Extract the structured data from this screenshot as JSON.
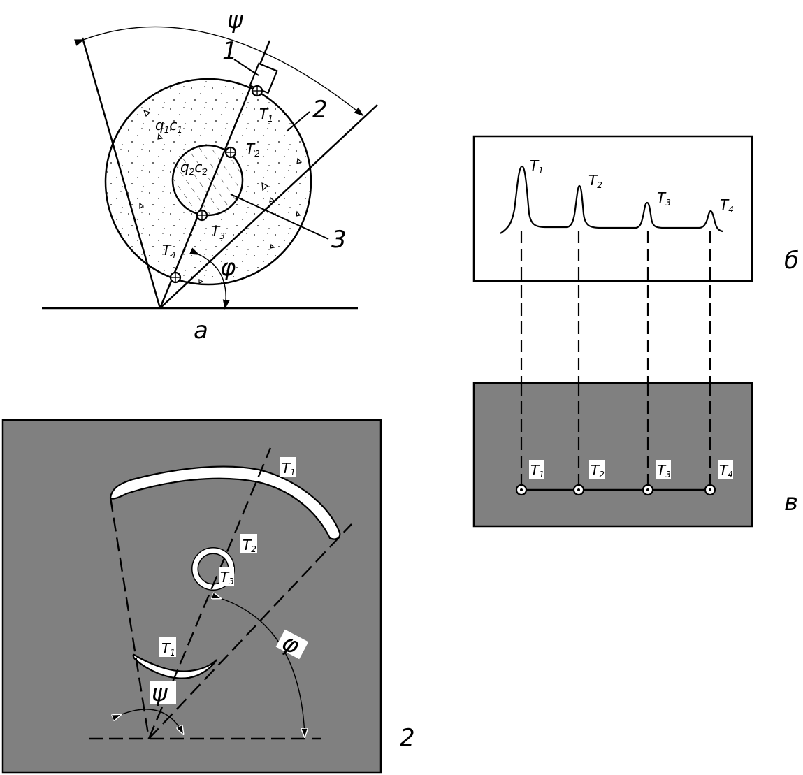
{
  "panel_a": {
    "caption": "а",
    "angle_psi": "ψ",
    "angle_phi": "φ",
    "callout_1": "1",
    "callout_2": "2",
    "callout_3": "3",
    "outer_medium": {
      "q": "q",
      "q_sub": "1",
      "c": "c",
      "c_sub": "1"
    },
    "inner_medium": {
      "q": "q",
      "q_sub": "2",
      "c": "c",
      "c_sub": "2"
    },
    "points": [
      {
        "letter": "T",
        "sub": "1"
      },
      {
        "letter": "T",
        "sub": "2"
      },
      {
        "letter": "T",
        "sub": "3"
      },
      {
        "letter": "T",
        "sub": "4"
      }
    ]
  },
  "panel_b": {
    "caption": "б",
    "peaks": [
      {
        "letter": "T",
        "sub": "1"
      },
      {
        "letter": "T",
        "sub": "2"
      },
      {
        "letter": "T",
        "sub": "3"
      },
      {
        "letter": "T",
        "sub": "4"
      }
    ]
  },
  "panel_v": {
    "caption": "в",
    "points": [
      {
        "letter": "T",
        "sub": "1"
      },
      {
        "letter": "T",
        "sub": "2"
      },
      {
        "letter": "T",
        "sub": "3"
      },
      {
        "letter": "T",
        "sub": "4"
      }
    ]
  },
  "panel_g": {
    "caption": "2",
    "angle_psi": "ψ",
    "angle_phi": "φ",
    "labels": [
      {
        "letter": "T",
        "sub": "1"
      },
      {
        "letter": "T",
        "sub": "2"
      },
      {
        "letter": "T",
        "sub": "3"
      },
      {
        "letter": "T",
        "sub": "1"
      }
    ]
  },
  "colors": {
    "ink": "#000000",
    "panel_fill": "#808080",
    "paper": "#ffffff"
  }
}
